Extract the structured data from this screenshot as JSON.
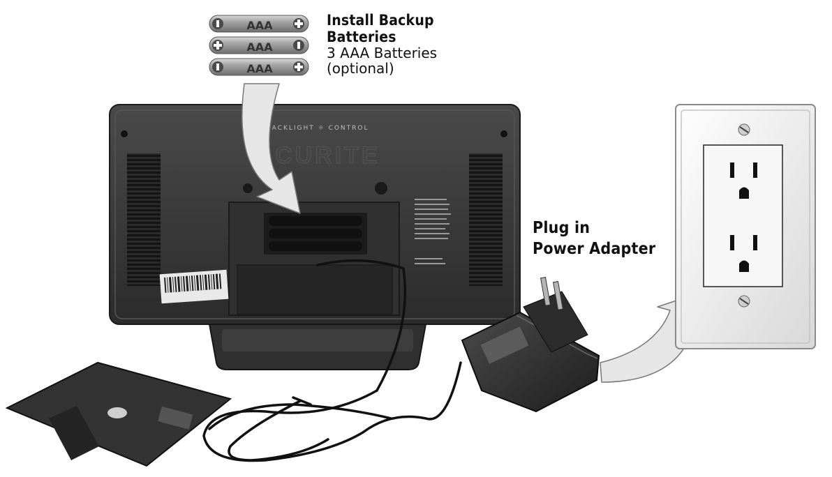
{
  "battery_step": {
    "title_line1": "Install Backup",
    "title_line2": "Batteries",
    "detail_line1": "3 AAA Batteries",
    "detail_line2": "(optional)",
    "battery_text": "AAA",
    "battery_count": 3
  },
  "power_step": {
    "title_line1": "Plug in",
    "title_line2": "Power Adapter"
  },
  "device": {
    "brand_text": "ACURITE",
    "backlight_text": "BACKLIGHT ☼ CONTROL"
  },
  "colors": {
    "device_body": "#3a3a3a",
    "battery_gray": "#8c8c8c",
    "arrow_fill": "#e8e8e8",
    "outlet_plate": "#f2f2f2"
  }
}
